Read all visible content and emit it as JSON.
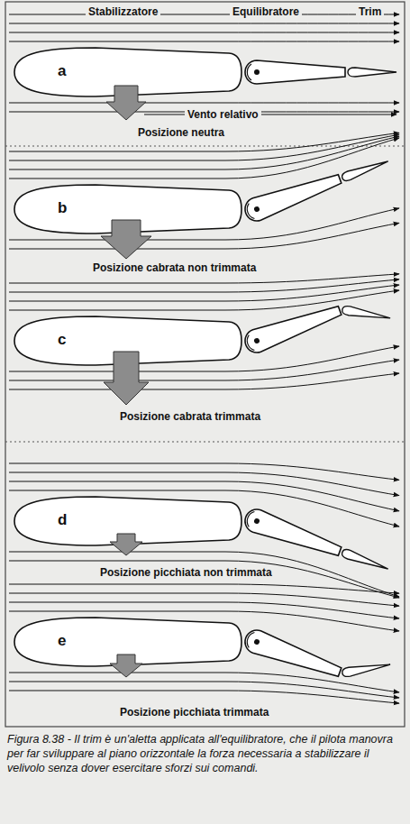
{
  "diagram": {
    "caption": "Figura 8.38 - Il trim è un'aletta applicata all'equilibratore, che il pilota manovra per far sviluppare al piano orizzontale la forza necessaria a stabilizzare il velivolo senza dover esercitare sforzi sui comandi.",
    "labels": [
      "Stabilizzatore",
      "Equilibratore",
      "Trim",
      "a",
      "Vento relativo",
      "Posizione neutra",
      "b",
      "Posizione cabrata non trimmata",
      "c",
      "Posizione cabrata trimmata",
      "d",
      "Posizione picchiata non trimmata",
      "e",
      "Posizione picchiata trimmata"
    ]
  }
}
